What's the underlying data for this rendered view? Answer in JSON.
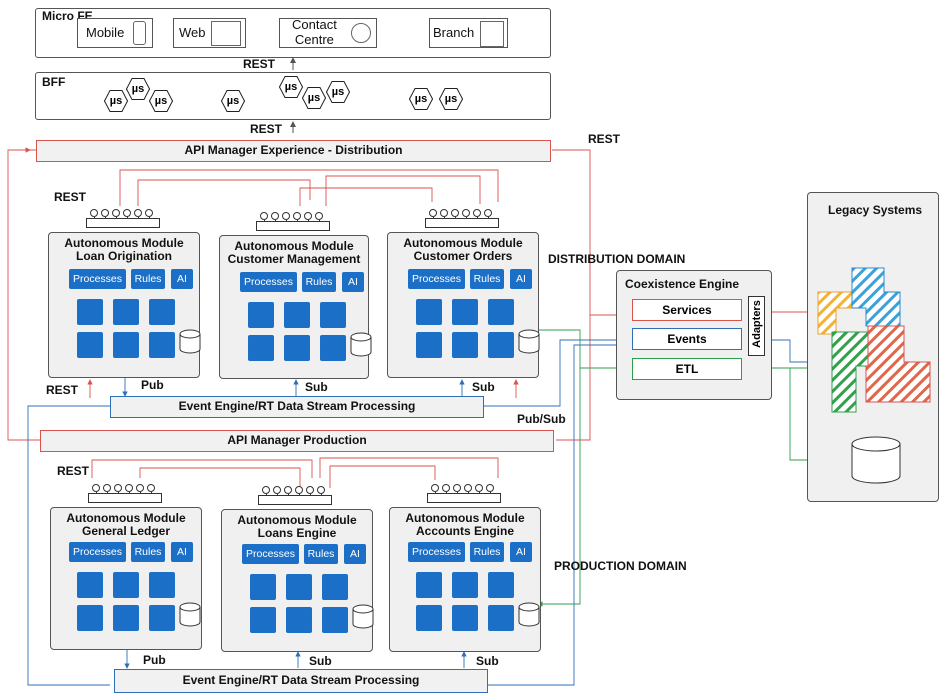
{
  "micro_fe": {
    "title": "Micro FE",
    "channels": [
      "Mobile",
      "Web",
      "Contact\nCentre",
      "Branch"
    ]
  },
  "bff": {
    "title": "BFF",
    "microservice_label": "µs"
  },
  "rest_labels": {
    "top": "REST",
    "mid": "REST",
    "right": "REST",
    "left1": "REST",
    "left2": "REST",
    "left3": "REST"
  },
  "api_experience": "API Manager Experience - Distribution",
  "api_production": "API Manager Production",
  "event_engine_top": "Event Engine/RT Data Stream Processing",
  "event_engine_bottom": "Event Engine/RT Data Stream Processing",
  "pubsub": {
    "pub1": "Pub",
    "sub1": "Sub",
    "sub2": "Sub",
    "pubsub": "Pub/Sub",
    "pub2": "Pub",
    "sub3": "Sub",
    "sub4": "Sub"
  },
  "distribution_modules": [
    {
      "title1": "Autonomous Module",
      "title2": "Loan Origination"
    },
    {
      "title1": "Autonomous Module",
      "title2": "Customer Management"
    },
    {
      "title1": "Autonomous Module",
      "title2": "Customer Orders"
    }
  ],
  "production_modules": [
    {
      "title1": "Autonomous Module",
      "title2": "General Ledger"
    },
    {
      "title1": "Autonomous Module",
      "title2": "Loans Engine"
    },
    {
      "title1": "Autonomous Module",
      "title2": "Accounts Engine"
    }
  ],
  "module_chips": {
    "processes": "Processes",
    "rules": "Rules",
    "ai": "AI"
  },
  "domains": {
    "distribution": "DISTRIBUTION DOMAIN",
    "production": "PRODUCTION DOMAIN"
  },
  "coexistence": {
    "title": "Coexistence Engine",
    "services": "Services",
    "events": "Events",
    "etl": "ETL",
    "adapters": "Adapters"
  },
  "legacy": {
    "title": "Legacy Systems"
  },
  "colors": {
    "blue": "#1b6fc6",
    "red": "#d9534f",
    "green": "#2e9e4e",
    "panel": "#f0f0f0"
  }
}
